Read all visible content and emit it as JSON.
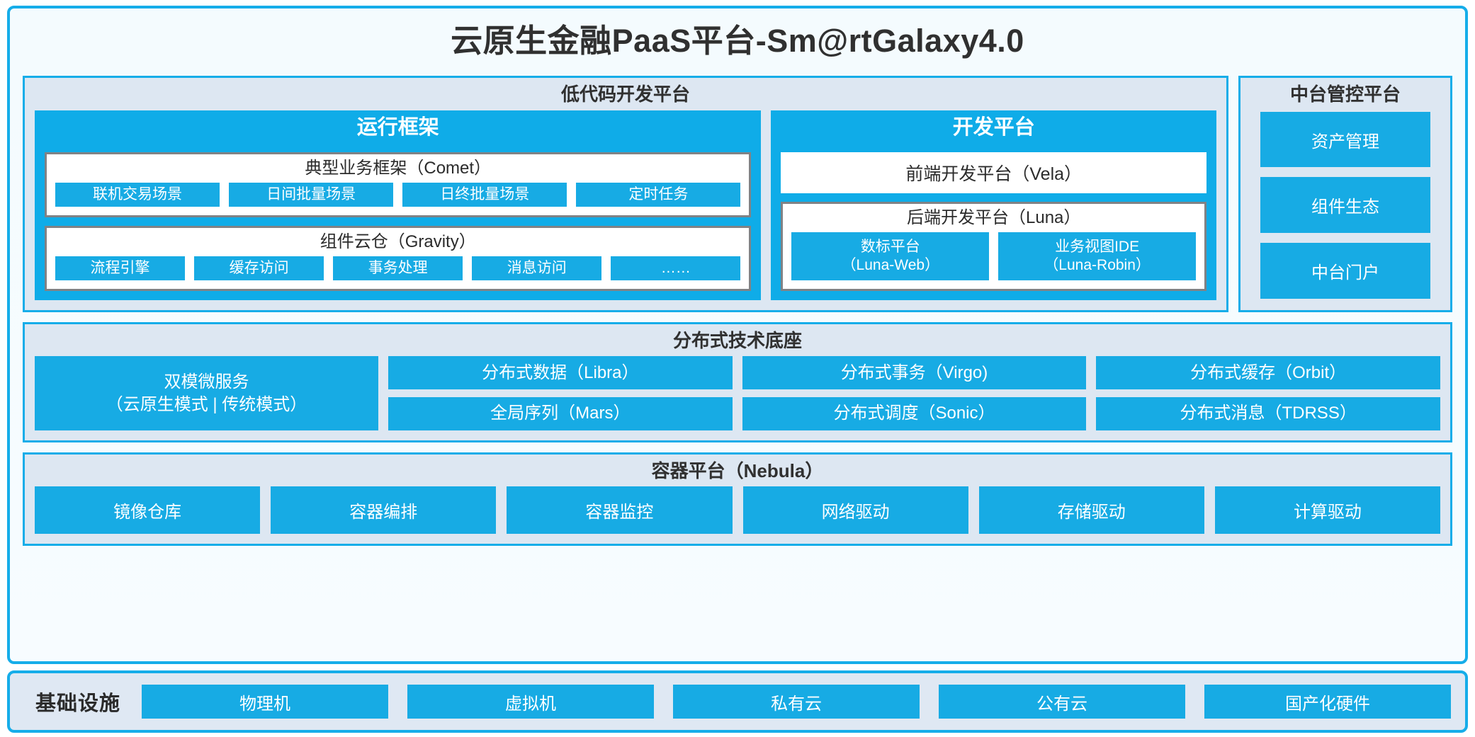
{
  "title": "云原生金融PaaS平台-Sm@rtGalaxy4.0",
  "colors": {
    "accent_blue": "#17ABE4",
    "frame_cyan": "#16ADE9",
    "panel_bg": "#DDE7F2",
    "group_border_gray": "#808285",
    "text_dark": "#2B2B2B",
    "white": "#FFFFFF"
  },
  "lowcode": {
    "title": "低代码开发平台",
    "runtime": {
      "title": "运行框架",
      "comet": {
        "title": "典型业务框架（Comet）",
        "items": [
          "联机交易场景",
          "日间批量场景",
          "日终批量场景",
          "定时任务"
        ]
      },
      "gravity": {
        "title": "组件云仓（Gravity）",
        "items": [
          "流程引擎",
          "缓存访问",
          "事务处理",
          "消息访问",
          "……"
        ]
      }
    },
    "devplatform": {
      "title": "开发平台",
      "frontend": "前端开发平台（Vela）",
      "backend": {
        "title": "后端开发平台（Luna）",
        "items": [
          "数标平台\n（Luna-Web）",
          "业务视图IDE\n（Luna-Robin）"
        ]
      }
    }
  },
  "midoffice": {
    "title": "中台管控平台",
    "items": [
      "资产管理",
      "组件生态",
      "中台门户"
    ]
  },
  "distributed_base": {
    "title": "分布式技术底座",
    "highlight": "双模微服务\n（云原生模式 | 传统模式）",
    "items": [
      "分布式数据（Libra）",
      "分布式事务（Virgo)",
      "分布式缓存（Orbit）",
      "全局序列（Mars）",
      "分布式调度（Sonic）",
      "分布式消息（TDRSS）"
    ]
  },
  "container_platform": {
    "title": "容器平台（Nebula）",
    "items": [
      "镜像仓库",
      "容器编排",
      "容器监控",
      "网络驱动",
      "存储驱动",
      "计算驱动"
    ]
  },
  "infrastructure": {
    "label": "基础设施",
    "items": [
      "物理机",
      "虚拟机",
      "私有云",
      "公有云",
      "国产化硬件"
    ]
  }
}
